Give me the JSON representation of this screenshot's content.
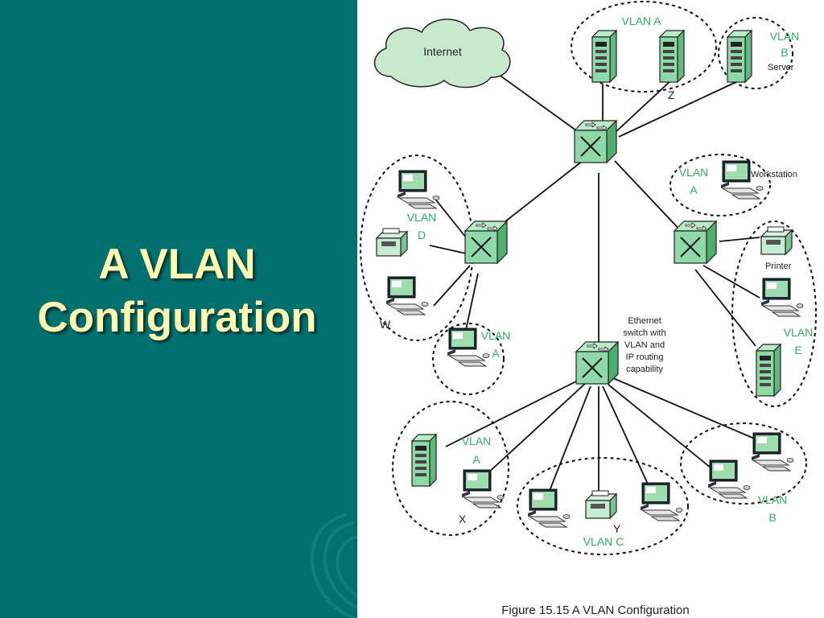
{
  "slide": {
    "title_line1": "A VLAN",
    "title_line2": "Configuration"
  },
  "figure": {
    "caption": "Figure 15.15 A VLAN Configuration",
    "cloud_label": "Internet",
    "switch_label": [
      "Ethernet",
      "switch with",
      "VLAN and",
      "IP routing",
      "capability"
    ],
    "device_labels": {
      "server": "Server",
      "workstation": "Workstation",
      "printer": "Printer"
    },
    "vlan_labels": {
      "top_a": "VLAN A",
      "top_b_1": "VLAN",
      "top_b_2": "B",
      "ws_a_1": "VLAN",
      "ws_a_2": "A",
      "d_1": "VLAN",
      "d_2": "D",
      "left_a_1": "VLAN",
      "left_a_2": "A",
      "e_1": "VLAN",
      "e_2": "E",
      "bottom_a_1": "VLAN",
      "bottom_a_2": "A",
      "c": "VLAN C",
      "bottom_b_1": "VLAN",
      "bottom_b_2": "B"
    },
    "point_labels": {
      "z": "Z",
      "w": "W",
      "x": "X",
      "y": "Y"
    }
  },
  "colors": {
    "slide_background": "#017170",
    "title_text": "#fff8b0",
    "vlan_label": "#2fae63",
    "device_fill": "#8fd9a8",
    "cloud_fill": "#c9e9cf"
  }
}
